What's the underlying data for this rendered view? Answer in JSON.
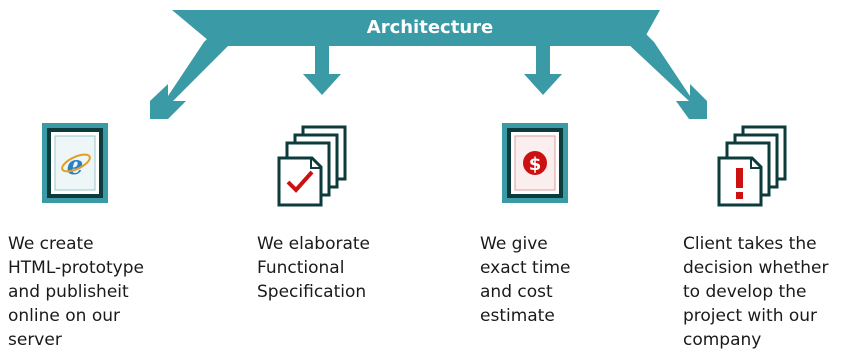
{
  "title": "Architecture",
  "steps": [
    {
      "icon": "internet-explorer-icon",
      "caption": "We create\nHTML-prototype\nand publisheit\nonline on our\nserver"
    },
    {
      "icon": "checkmark-document-stack-icon",
      "caption": "We elaborate\nFunctional\nSpecification"
    },
    {
      "icon": "dollar-icon",
      "caption": "We give\nexact time\nand cost\nestimate"
    },
    {
      "icon": "exclamation-document-stack-icon",
      "caption": "Client takes the\ndecision whether\nto develop the\nproject with our\ncompany"
    }
  ],
  "colors": {
    "teal": "#3a9aa5",
    "dark": "#0d3b3c",
    "accent_red": "#cc1111",
    "ie_blue": "#2a7fc9"
  }
}
